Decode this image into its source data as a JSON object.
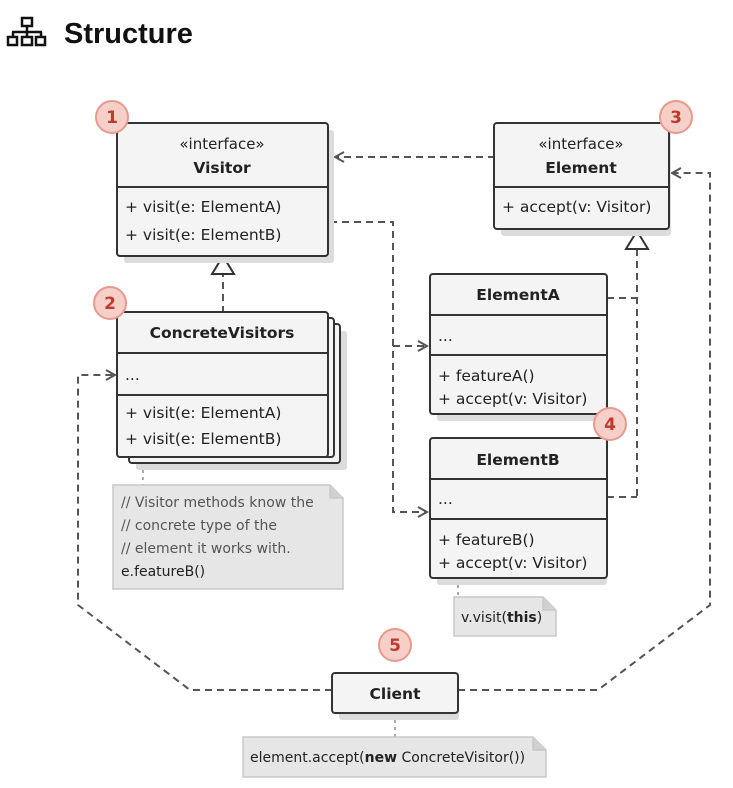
{
  "title": "Structure",
  "icons": {
    "title_icon": "hierarchy-structure-icon"
  },
  "colors": {
    "badge_fill": "#f6cfc9",
    "badge_stroke": "#e8998d",
    "badge_text": "#c0392b",
    "note_fill": "#e6e6e6"
  },
  "badges": [
    "1",
    "2",
    "3",
    "4",
    "5"
  ],
  "visitor": {
    "stereotype": "«interface»",
    "name": "Visitor",
    "methods": [
      "+ visit(e: ElementA)",
      "+ visit(e: ElementB)"
    ]
  },
  "element": {
    "stereotype": "«interface»",
    "name": "Element",
    "methods": [
      "+ accept(v: Visitor)"
    ]
  },
  "concrete_visitors": {
    "name": "ConcreteVisitors",
    "fields": [
      "..."
    ],
    "methods": [
      "+ visit(e: ElementA)",
      "+ visit(e: ElementB)"
    ]
  },
  "element_a": {
    "name": "ElementA",
    "fields": [
      "..."
    ],
    "methods": [
      "+ featureA()",
      "+ accept(v: Visitor)"
    ]
  },
  "element_b": {
    "name": "ElementB",
    "fields": [
      "..."
    ],
    "methods": [
      "+ featureB()",
      "+ accept(v: Visitor)"
    ]
  },
  "client": {
    "name": "Client"
  },
  "notes": {
    "visitor_note": [
      "// Visitor methods know the",
      "// concrete type of the",
      "// element it works with.",
      "e.featureB()"
    ],
    "element_note": {
      "prefix": "v.visit(",
      "keyword": "this",
      "suffix": ")"
    },
    "client_note": {
      "prefix": "element.accept(",
      "keyword": "new",
      "suffix": " ConcreteVisitor())"
    }
  }
}
